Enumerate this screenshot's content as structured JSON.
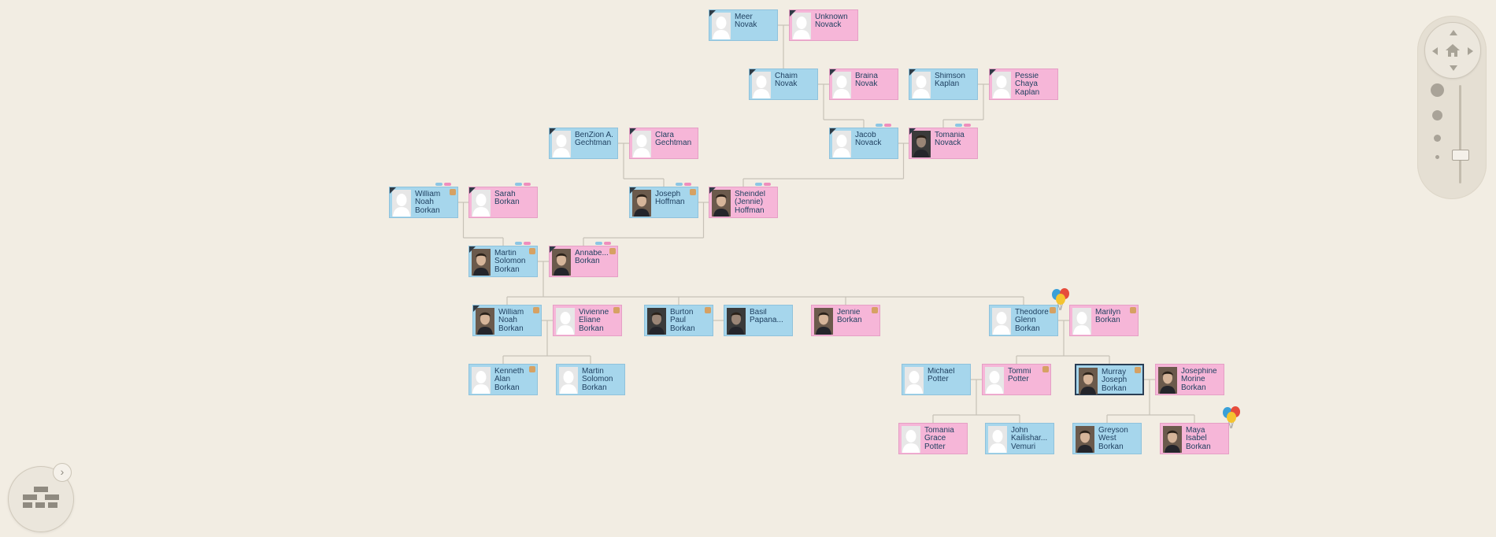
{
  "colors": {
    "background": "#f2ede3",
    "male_card": "#a6d6ec",
    "female_card": "#f6b6d8",
    "text": "#1f4060",
    "connector": "#c7c2b7",
    "badge": "#d6a163",
    "selected_border": "#2a3e55"
  },
  "people": [
    {
      "id": "p1",
      "name": "Meer\nNovak",
      "gender": "male",
      "photo": "silhouette",
      "ribbon": true
    },
    {
      "id": "p2",
      "name": "Unknown\nNovack",
      "gender": "female",
      "photo": "silhouette",
      "ribbon": true
    },
    {
      "id": "p3",
      "name": "Chaim\nNovak",
      "gender": "male",
      "photo": "silhouette",
      "ribbon": true
    },
    {
      "id": "p4",
      "name": "Braina\nNovak",
      "gender": "female",
      "photo": "silhouette",
      "ribbon": true
    },
    {
      "id": "p5",
      "name": "Shimson\nKaplan",
      "gender": "male",
      "photo": "silhouette",
      "ribbon": true
    },
    {
      "id": "p6",
      "name": "Pessie\nChaya\nKaplan",
      "gender": "female",
      "photo": "silhouette",
      "ribbon": true
    },
    {
      "id": "p7",
      "name": "BenZion A.\nGechtman",
      "gender": "male",
      "photo": "silhouette",
      "ribbon": true
    },
    {
      "id": "p8",
      "name": "Clara\nGechtman",
      "gender": "female",
      "photo": "silhouette",
      "ribbon": true
    },
    {
      "id": "p9",
      "name": "Jacob\nNovack",
      "gender": "male",
      "photo": "silhouette",
      "ribbon": true
    },
    {
      "id": "p10",
      "name": "Tomania\nNovack",
      "gender": "female",
      "photo": "portrait-dark",
      "ribbon": true
    },
    {
      "id": "p11",
      "name": "William\nNoah\nBorkan",
      "gender": "male",
      "photo": "silhouette",
      "ribbon": true,
      "badge": true
    },
    {
      "id": "p12",
      "name": "Sarah\nBorkan",
      "gender": "female",
      "photo": "silhouette",
      "ribbon": true
    },
    {
      "id": "p13",
      "name": "Joseph\nHoffman",
      "gender": "male",
      "photo": "portrait",
      "ribbon": true,
      "badge": true
    },
    {
      "id": "p14",
      "name": "Sheindel\n(Jennie)\nHoffman",
      "gender": "female",
      "photo": "portrait",
      "ribbon": true
    },
    {
      "id": "p15",
      "name": "Martin\nSolomon\nBorkan",
      "gender": "male",
      "photo": "portrait",
      "ribbon": true,
      "badge": true
    },
    {
      "id": "p16",
      "name": "Annabe...\nBorkan",
      "gender": "female",
      "photo": "portrait",
      "ribbon": true,
      "badge": true
    },
    {
      "id": "p17",
      "name": "William\nNoah\nBorkan",
      "gender": "male",
      "photo": "portrait",
      "ribbon": true,
      "badge": true
    },
    {
      "id": "p18",
      "name": "Vivienne\nEliane\nBorkan",
      "gender": "female",
      "photo": "silhouette",
      "badge": true
    },
    {
      "id": "p19",
      "name": "Burton\nPaul\nBorkan",
      "gender": "male",
      "photo": "portrait-dark",
      "badge": true
    },
    {
      "id": "p20",
      "name": "Basil\nPapana...",
      "gender": "male",
      "photo": "portrait-dark"
    },
    {
      "id": "p21",
      "name": "Jennie\nBorkan",
      "gender": "female",
      "photo": "portrait",
      "badge": true
    },
    {
      "id": "p22",
      "name": "Theodore\nGlenn\nBorkan",
      "gender": "male",
      "photo": "silhouette",
      "badge": true,
      "balloons": true
    },
    {
      "id": "p23",
      "name": "Marilyn\nBorkan",
      "gender": "female",
      "photo": "silhouette",
      "badge": true
    },
    {
      "id": "p24",
      "name": "Kenneth\nAlan\nBorkan",
      "gender": "male",
      "photo": "silhouette",
      "badge": true
    },
    {
      "id": "p25",
      "name": "Martin\nSolomon\nBorkan",
      "gender": "male",
      "photo": "silhouette"
    },
    {
      "id": "p26",
      "name": "Michael\nPotter",
      "gender": "male",
      "photo": "silhouette"
    },
    {
      "id": "p27",
      "name": "Tommi\nPotter",
      "gender": "female",
      "photo": "silhouette",
      "badge": true
    },
    {
      "id": "p28",
      "name": "Murray\nJoseph\nBorkan",
      "gender": "male",
      "photo": "portrait",
      "badge": true,
      "selected": true
    },
    {
      "id": "p29",
      "name": "Josephine\nMorine\nBorkan",
      "gender": "female",
      "photo": "portrait"
    },
    {
      "id": "p30",
      "name": "Tomania\nGrace\nPotter",
      "gender": "female",
      "photo": "silhouette"
    },
    {
      "id": "p31",
      "name": "John\nKailishar...\nVemuri",
      "gender": "male",
      "photo": "silhouette"
    },
    {
      "id": "p32",
      "name": "Greyson\nWest\nBorkan",
      "gender": "male",
      "photo": "portrait"
    },
    {
      "id": "p33",
      "name": "Maya\nIsabel\nBorkan",
      "gender": "female",
      "photo": "portrait",
      "balloons": true
    }
  ],
  "navigation": {
    "pan_up": "arrow-up-icon",
    "pan_down": "arrow-down-icon",
    "pan_left": "arrow-left-icon",
    "pan_right": "arrow-right-icon",
    "home": "home-icon",
    "zoom_levels": 4
  },
  "layout_widget": {
    "icon": "tree-layout-icon",
    "toggle": "›"
  }
}
